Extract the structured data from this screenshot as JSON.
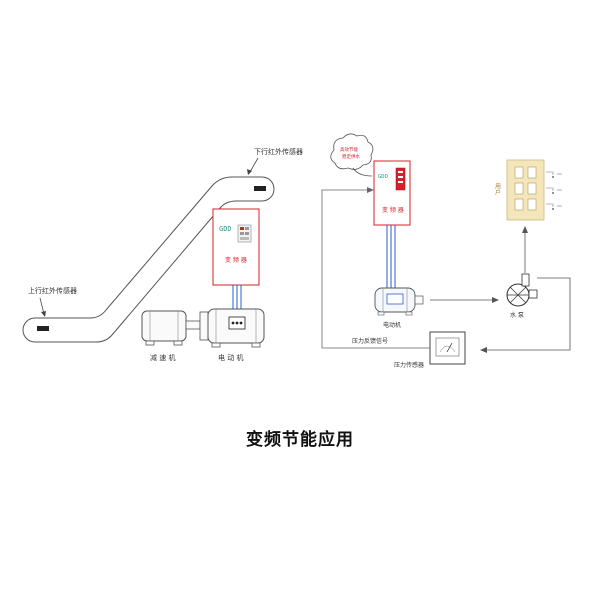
{
  "title": "变频节能应用",
  "left_diagram": {
    "upper_sensor_label": "下行红外传感器",
    "lower_sensor_label": "上行红外传感器",
    "inverter_display": "GDD",
    "inverter_label": "变 频 器",
    "reducer_label": "减 速 机",
    "motor_label": "电 动 机"
  },
  "right_diagram": {
    "cloud_text_line1": "高效节能",
    "cloud_text_line2": "稳定供水",
    "inverter_display": "GDD",
    "inverter_label": "变 频 器",
    "motor_label": "电动机",
    "pump_label": "水 泵",
    "user_label": "用户",
    "feedback_label": "压力反馈信号",
    "sensor_label": "压力传感器"
  },
  "colors": {
    "inverter_border": "#d8202a",
    "display_text": "#2a9a8a",
    "inverter_label": "#d8202a",
    "cable": "#2a5bd7",
    "line": "#666666",
    "user_box": "#f4e6b8"
  }
}
